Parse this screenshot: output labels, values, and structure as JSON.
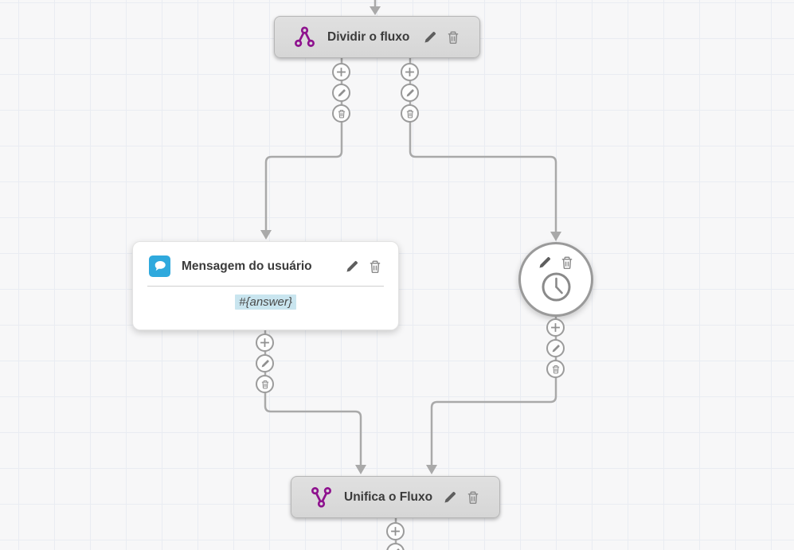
{
  "canvas": {
    "background_color": "#f7f7f8",
    "grid_line_color": "#e9ecf2",
    "connector_color": "#a9a9a9"
  },
  "colors": {
    "flow_purple": "#8e128e",
    "message_blue": "#2fa9dd",
    "variable_highlight": "#c9e5ef",
    "node_gray": "#dadada"
  },
  "nodes": {
    "split": {
      "title": "Dividir o fluxo",
      "icon": "split-flow-icon",
      "icon_color": "#8e128e",
      "actions": [
        "edit",
        "delete"
      ],
      "branch_count": 2
    },
    "user_message": {
      "title": "Mensagem do usuário",
      "icon": "chat-bubble-icon",
      "icon_color": "#2fa9dd",
      "body": "#{answer}",
      "actions": [
        "edit",
        "delete"
      ]
    },
    "timer": {
      "icon": "clock-icon",
      "actions": [
        "edit",
        "delete"
      ]
    },
    "merge": {
      "title": "Unifica o Fluxo",
      "icon": "merge-flow-icon",
      "icon_color": "#8e128e",
      "actions": [
        "edit",
        "delete"
      ]
    }
  },
  "connector_pins": {
    "actions": [
      "add",
      "edit",
      "delete"
    ]
  }
}
